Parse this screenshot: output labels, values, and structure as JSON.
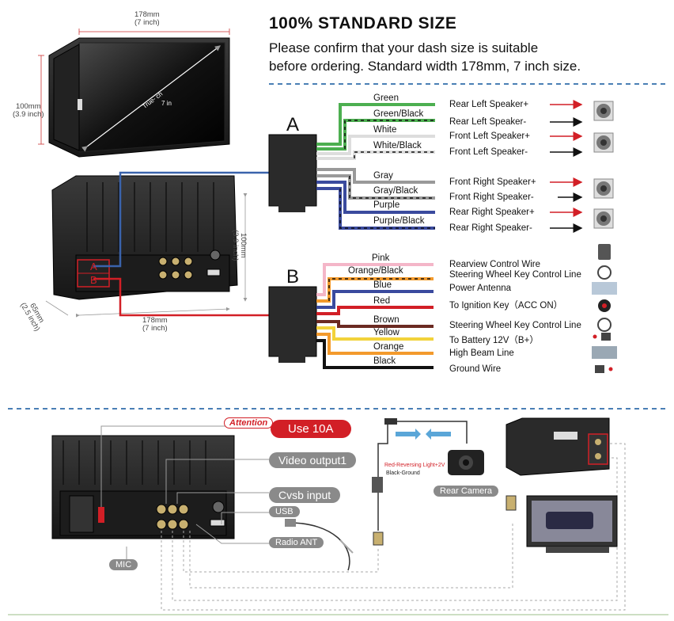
{
  "header": {
    "title": "100% STANDARD SIZE",
    "subtitle_line1": "Please confirm that your dash size is suitable",
    "subtitle_line2": "before ordering. Standard width 178mm, 7 inch size."
  },
  "device_front": {
    "width_mm": "178mm",
    "width_in": "(7 inch)",
    "height_mm": "100mm",
    "height_in": "(3.9 inch)",
    "diag_label": "True-  ch",
    "diag_size": "7  in"
  },
  "device_back": {
    "height_mm": "100mm",
    "height_in": "(3.9 inch)",
    "depth_mm": "65mm",
    "depth_in": "(2.5 inch)",
    "width_mm": "178mm",
    "width_in": "(7 inch)",
    "plug_a": "A",
    "plug_b": "B"
  },
  "connector_a": {
    "label": "A",
    "wires": [
      {
        "color_name": "Green",
        "function": "Rear Left Speaker+",
        "hex": "#4caf50"
      },
      {
        "color_name": "Green/Black",
        "function": "Rear Left Speaker-",
        "hex": "#4caf50"
      },
      {
        "color_name": "White",
        "function": "Front Left Speaker+",
        "hex": "#dddddd"
      },
      {
        "color_name": "White/Black",
        "function": "Front Left Speaker-",
        "hex": "#dddddd"
      },
      {
        "color_name": "Gray",
        "function": "Front Right Speaker+",
        "hex": "#999999"
      },
      {
        "color_name": "Gray/Black",
        "function": "Front Right Speaker-",
        "hex": "#999999"
      },
      {
        "color_name": "Purple",
        "function": "Rear Right Speaker+",
        "hex": "#3a4a9e"
      },
      {
        "color_name": "Purple/Black",
        "function": "Rear Right Speaker-",
        "hex": "#3a4a9e"
      }
    ]
  },
  "connector_b": {
    "label": "B",
    "wires": [
      {
        "color_name": "Pink",
        "function": "Rearview Control Wire",
        "hex": "#f4b6c8"
      },
      {
        "color_name": "Orange/Black",
        "function": "Steering Wheel Key Control Line",
        "hex": "#f39a2c"
      },
      {
        "color_name": "Blue",
        "function": "Power Antenna",
        "hex": "#3a4a9e"
      },
      {
        "color_name": "Red",
        "function": "To Ignition Key（ACC ON）",
        "hex": "#d21f26"
      },
      {
        "color_name": "Brown",
        "function": "Steering Wheel Key Control Line",
        "hex": "#6b2a22"
      },
      {
        "color_name": "Yellow",
        "function": "To Battery 12V（B+）",
        "hex": "#f2d23a"
      },
      {
        "color_name": "Orange",
        "function": "High Beam Line",
        "hex": "#f39a2c"
      },
      {
        "color_name": "Black",
        "function": "Ground Wire",
        "hex": "#111111"
      }
    ]
  },
  "bottom": {
    "attention": "Attention",
    "use_10a": "Use  10A",
    "video_output": "Video output1",
    "cvsb_input": "Cvsb input",
    "usb": "USB",
    "radio_ant": "Radio ANT",
    "mic": "MIC",
    "camera_red_wire": "Red-Reversing Light+2V",
    "camera_black_wire": "Black-Ground",
    "rear_camera": "Rear Camera"
  },
  "colors": {
    "accent_red": "#d21f26",
    "pill_gray": "#8a8a8a",
    "divider_blue": "#4a7fb5"
  }
}
